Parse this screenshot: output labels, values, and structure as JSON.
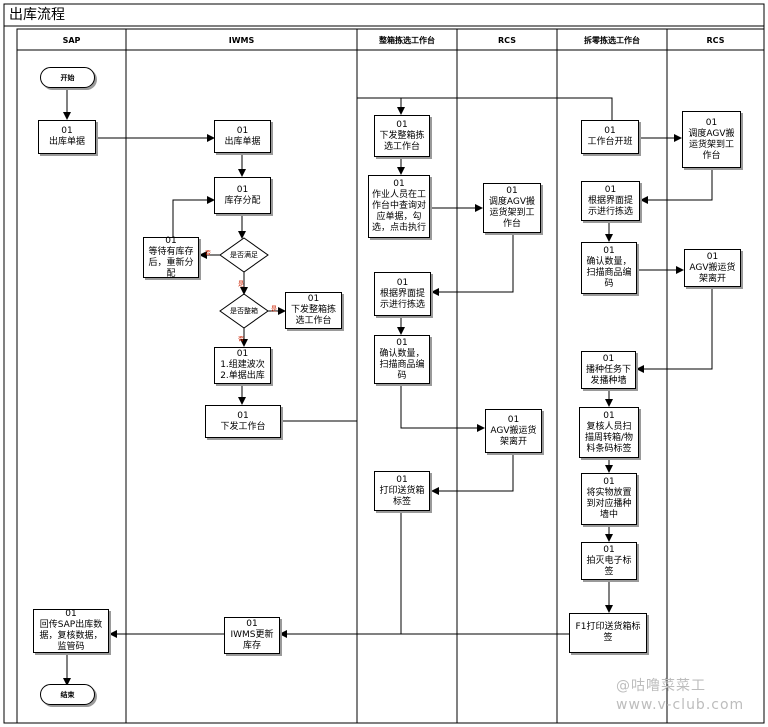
{
  "title": "出库流程",
  "lanes": [
    "SAP",
    "IWMS",
    "整箱拣选工作台",
    "RCS",
    "拆零拣选工作台",
    "RCS"
  ],
  "terminals": {
    "start": "开始",
    "end": "结束"
  },
  "nodes": {
    "sap_order": "01\n出库单据",
    "iwms_order": "01\n出库单据",
    "inv_alloc": "01\n库存分配",
    "wait_stock": "01\n等待有库存\n后，重新分\n配",
    "full_case_send": "01\n下发整箱拣\n选工作台",
    "wave": "01\n1.组建波次\n2.单据出库",
    "send_ws": "01\n下发工作台",
    "iwms_update": "01\nIWMS更新\n库存",
    "sap_return": "01\n回传SAP出库数\n据，复核数据，\n监管码",
    "fc_send": "01\n下发整箱拣\n选工作台",
    "fc_operator": "01\n作业人员在工\n作台中查询对\n应单据，勾\n选，点击执行",
    "fc_pick": "01\n根据界面提\n示进行拣选",
    "fc_confirm": "01\n确认数量，\n扫描商品编\n码",
    "fc_print": "01\n打印送货箱\n标签",
    "rcs1_dispatch": "01\n调度AGV搬\n运货架到工\n作台",
    "rcs1_leave": "01\nAGV搬运货\n架离开",
    "pc_open": "01\n工作台开班",
    "pc_pick": "01\n根据界面提\n示进行拣选",
    "pc_confirm": "01\n确认数量，\n扫描商品编\n码",
    "pc_wall": "01\n播种任务下\n发播种墙",
    "pc_review": "01\n复核人员扫\n描周转箱/物\n料条码标签",
    "pc_put": "01\n将实物放置\n到对应播种\n墙中",
    "pc_light": "01\n拍灭电子标\n签",
    "pc_print": "F1打印送货箱标\n签",
    "rcs2_dispatch": "01\n调度AGV搬\n运货架到工\n作台",
    "rcs2_leave": "01\nAGV搬运货\n架离开"
  },
  "decisions": {
    "stock_ok": "是否满足",
    "full_case": "是否整箱"
  },
  "edge_labels": {
    "no": "否",
    "yes": "是"
  },
  "watermark": {
    "line1": "@咕噜菜菜工",
    "line2": "www.v-club.com"
  }
}
